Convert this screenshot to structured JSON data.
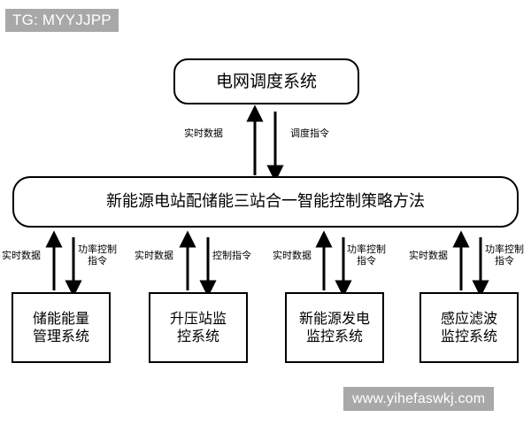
{
  "diagram": {
    "title_top": "电网调度系统",
    "title_center": "新能源电站配储能三站合一智能控制策略方法",
    "subsystems": [
      {
        "id": "ess",
        "label": "储能能量\n管理系统"
      },
      {
        "id": "boost",
        "label": "升压站监\n控系统"
      },
      {
        "id": "gen",
        "label": "新能源发电\n监控系统"
      },
      {
        "id": "filter",
        "label": "感应滤波\n监控系统"
      }
    ],
    "edges": {
      "top": {
        "up_label": "实时数据",
        "down_label": "调度指令"
      },
      "groups": [
        {
          "up_label": "实时数据",
          "down_label": "功率控制\n指令"
        },
        {
          "up_label": "实时数据",
          "down_label": "控制指令"
        },
        {
          "up_label": "实时数据",
          "down_label": "功率控制\n指令"
        },
        {
          "up_label": "实时数据",
          "down_label": "功率控制\n指令"
        }
      ]
    },
    "colors": {
      "stroke": "#000000",
      "background": "#ffffff",
      "watermark_bg": "#a8a8a8",
      "watermark_text": "#ffffff"
    }
  },
  "watermarks": {
    "top": "TG: MYYJJPP",
    "bottom": "www.yihefaswkj.com"
  }
}
